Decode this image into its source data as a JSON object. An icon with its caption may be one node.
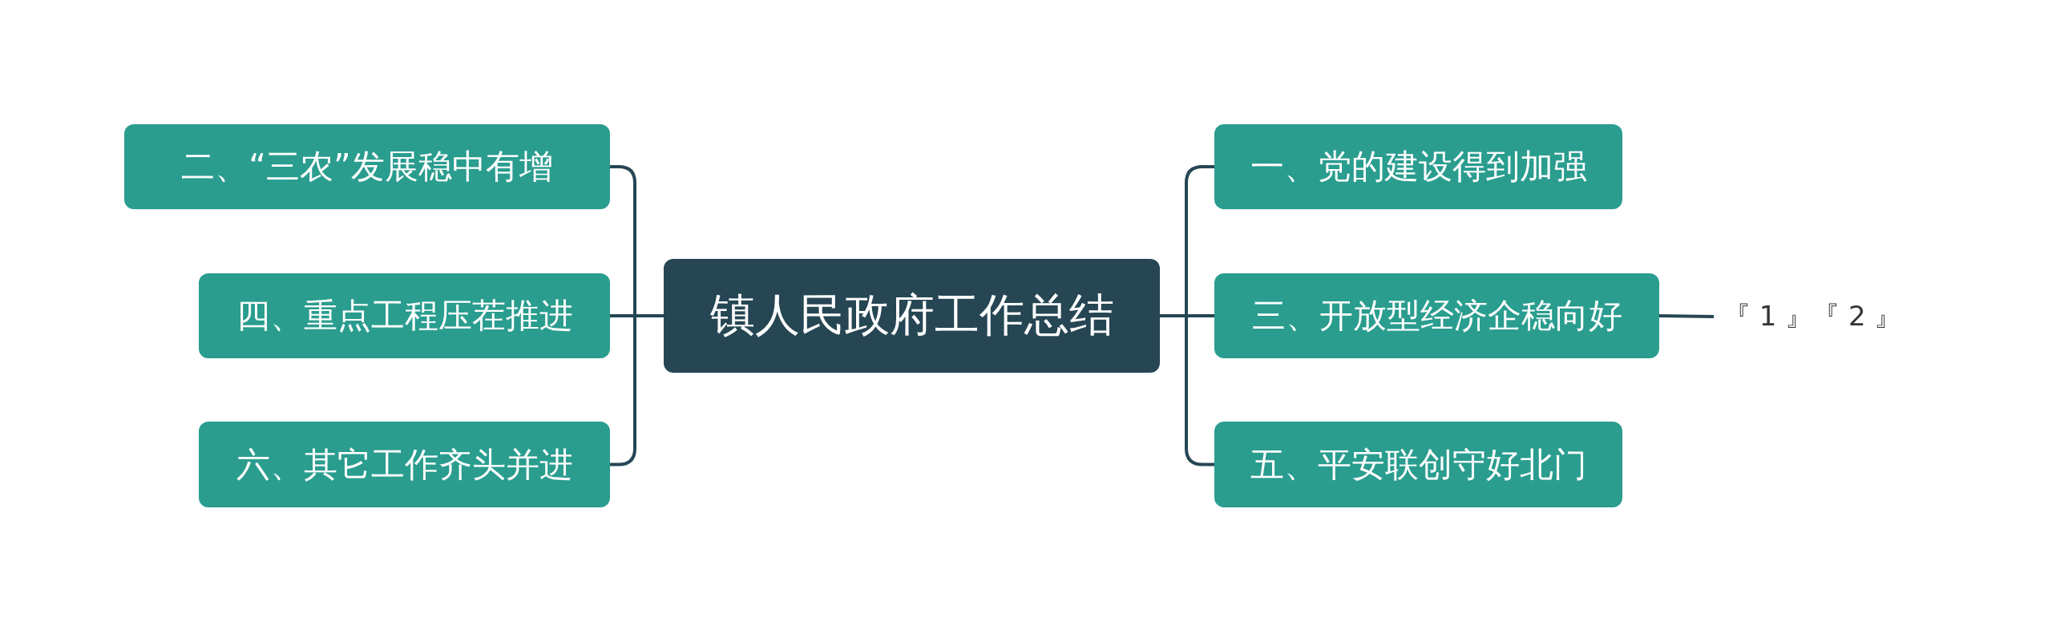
{
  "diagram": {
    "nodes": [
      {
        "text": [
          "镇人民政府工作总结"
        ]
      },
      {
        "text": [
          "一、党的建设得到加强"
        ]
      },
      {
        "text": [
          "三、开放型经济企稳向好"
        ]
      },
      {
        "text": [
          "五、平安联创守好北门"
        ]
      },
      {
        "text": [
          "二、“三农”发展稳中有增"
        ]
      },
      {
        "text": [
          "四、重点工程压茬推进"
        ]
      },
      {
        "text": [
          "六、其它工作齐头并进"
        ]
      },
      {
        "text": [
          "『 1 』『 2 』"
        ]
      }
    ],
    "edges": [
      {
        "from": 0,
        "to": 1,
        "arrow": "none"
      },
      {
        "from": 0,
        "to": 2,
        "arrow": "none"
      },
      {
        "from": 0,
        "to": 3,
        "arrow": "none"
      },
      {
        "from": 0,
        "to": 4,
        "arrow": "none"
      },
      {
        "from": 0,
        "to": 5,
        "arrow": "none"
      },
      {
        "from": 0,
        "to": 6,
        "arrow": "none"
      },
      {
        "from": 2,
        "to": 7,
        "arrow": "none"
      }
    ]
  }
}
